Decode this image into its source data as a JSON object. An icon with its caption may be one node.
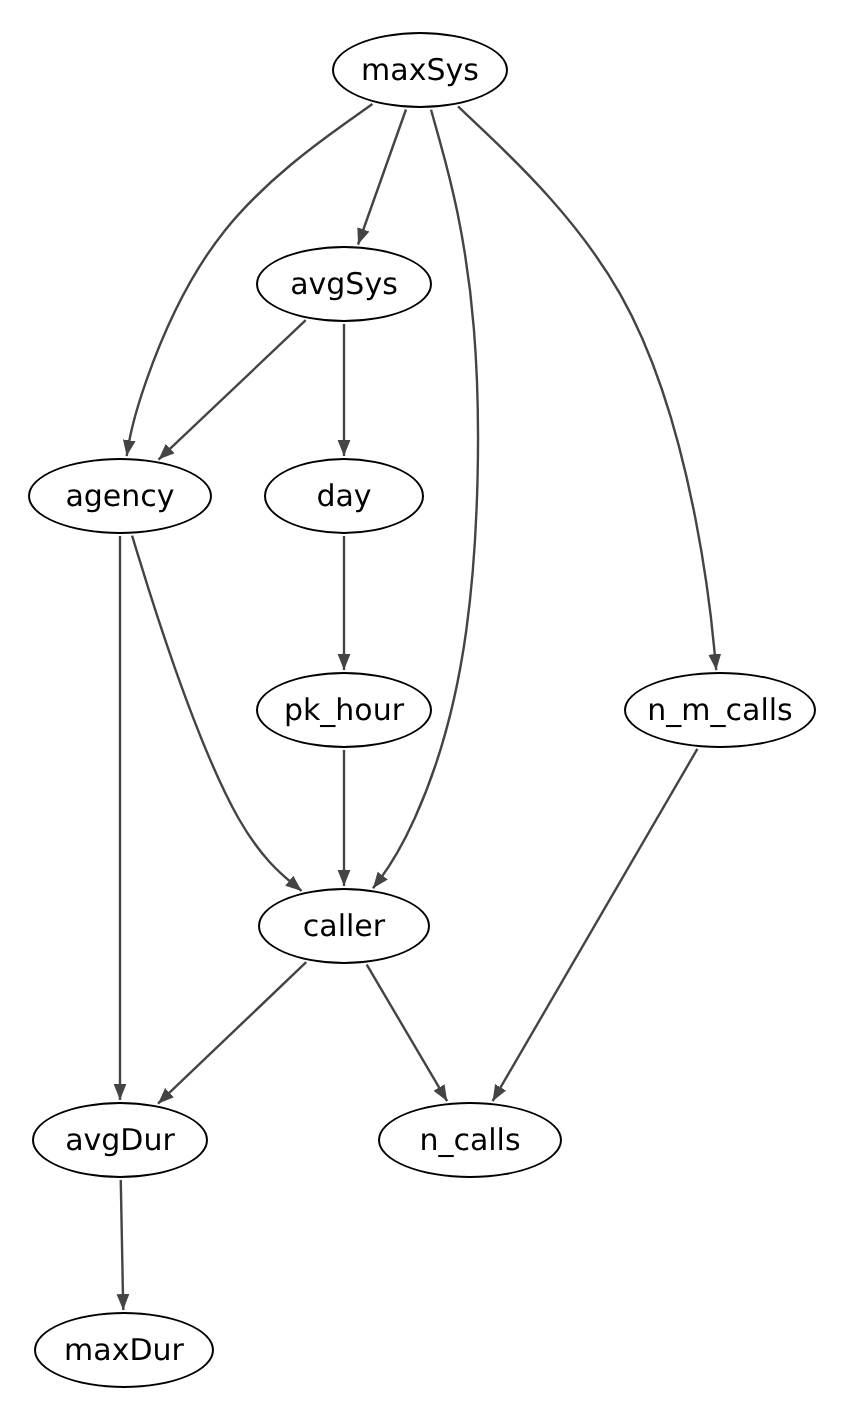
{
  "diagram": {
    "nodes": [
      {
        "text": [
          "maxSys"
        ]
      },
      {
        "text": [
          "avgSys"
        ]
      },
      {
        "text": [
          "agency"
        ]
      },
      {
        "text": [
          "day"
        ]
      },
      {
        "text": [
          "pk_hour"
        ]
      },
      {
        "text": [
          "n_m_calls"
        ]
      },
      {
        "text": [
          "caller"
        ]
      },
      {
        "text": [
          "avgDur"
        ]
      },
      {
        "text": [
          "n_calls"
        ]
      },
      {
        "text": [
          "maxDur"
        ]
      }
    ],
    "edges": [
      {
        "from": 0,
        "to": 1,
        "arrow": "to"
      },
      {
        "from": 0,
        "to": 2,
        "arrow": "to"
      },
      {
        "from": 0,
        "to": 6,
        "arrow": "to"
      },
      {
        "from": 0,
        "to": 5,
        "arrow": "to"
      },
      {
        "from": 1,
        "to": 2,
        "arrow": "to"
      },
      {
        "from": 1,
        "to": 3,
        "arrow": "to"
      },
      {
        "from": 3,
        "to": 4,
        "arrow": "to"
      },
      {
        "from": 2,
        "to": 6,
        "arrow": "to"
      },
      {
        "from": 2,
        "to": 7,
        "arrow": "to"
      },
      {
        "from": 4,
        "to": 6,
        "arrow": "to"
      },
      {
        "from": 5,
        "to": 8,
        "arrow": "to"
      },
      {
        "from": 6,
        "to": 7,
        "arrow": "to"
      },
      {
        "from": 6,
        "to": 8,
        "arrow": "to"
      },
      {
        "from": 7,
        "to": 9,
        "arrow": "to"
      }
    ]
  }
}
